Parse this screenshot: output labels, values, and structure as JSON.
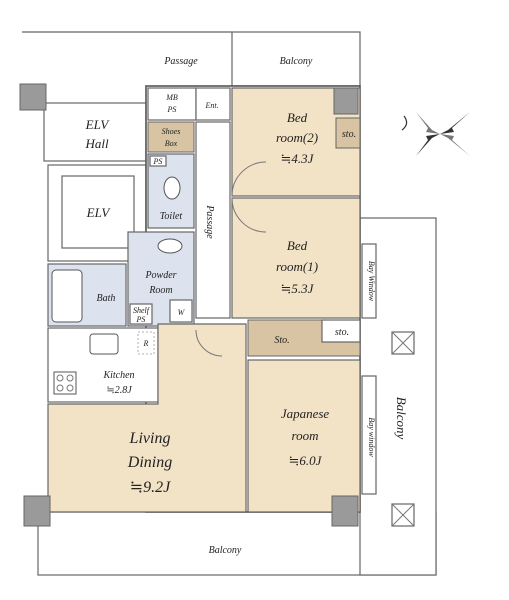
{
  "rooms": {
    "passage_top": "Passage",
    "balcony_top": "Balcony",
    "mb_ps_1": "MB",
    "mb_ps_2": "PS",
    "ent": "Ent.",
    "bed2_1": "Bed",
    "bed2_2": "room(2)",
    "bed2_3": "≒4.3J",
    "sto_small_1": "sto.",
    "elv_hall_1": "ELV",
    "elv_hall_2": "Hall",
    "shoes_1": "Shoes",
    "shoes_2": "Box",
    "ps_toilet": "PS",
    "toilet": "Toilet",
    "elv": "ELV",
    "passage_vertical": "Passage",
    "bed1_1": "Bed",
    "bed1_2": "room(1)",
    "bed1_3": "≒5.3J",
    "bay_window_1": "Bay Window",
    "bath": "Bath",
    "powder_1": "Powder",
    "powder_2": "Room",
    "shelf": "Shelf",
    "ps_shelf": "PS",
    "w": "W",
    "sto_mid": "Sto.",
    "sto_small_2": "sto.",
    "r": "R",
    "kitchen_1": "Kitchen",
    "kitchen_2": "≒2.8J",
    "japanese_1": "Japanese",
    "japanese_2": "room",
    "japanese_3": "≒6.0J",
    "bay_window_2": "Bay window",
    "balcony_right": "Balcony",
    "living_1": "Living",
    "living_2": "Dining",
    "living_3": "≒9.2J",
    "balcony_bottom": "Balcony"
  },
  "colors": {
    "room_floor": "#f2e2c6",
    "wet_area": "#dde3ee",
    "pillar": "#9a9a9a",
    "wall": "#555555"
  }
}
